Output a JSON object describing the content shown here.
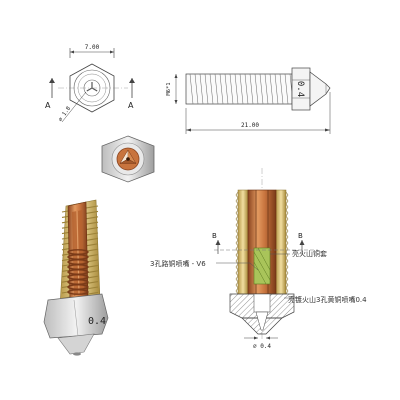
{
  "dims": {
    "hex_width": "7.00",
    "thread_dia": "M6*1",
    "total_length": "21.00",
    "nozzle_bore": "∅ 0.4",
    "inner_dia": "∅ 1.8"
  },
  "markers": {
    "section_a": "A",
    "section_b": "B",
    "size_mark": "0.4"
  },
  "callouts": {
    "three_hole_nozzle": "3孔路铜喷嘴 - V6",
    "copper_core": "亮火山铜套",
    "brass_nozzle": "亮镀火山3孔黄铜喷嘴0.4"
  },
  "colors": {
    "copper": "#c8743e",
    "copper_dark": "#8a4420",
    "thread_gold": "#d8c07a",
    "brass_green": "#a9c45a",
    "line": "#444444"
  }
}
